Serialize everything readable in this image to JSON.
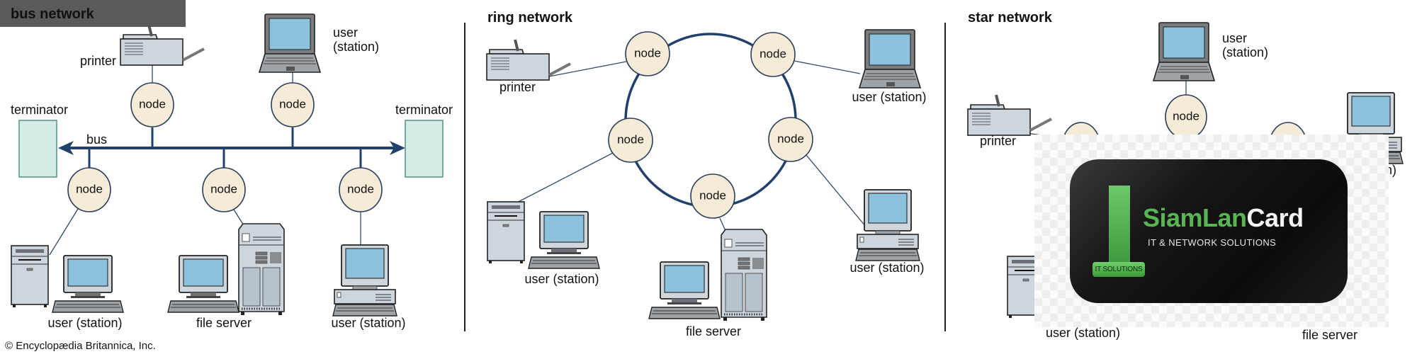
{
  "copyright": "© Encyclopædia Britannica, Inc.",
  "panels": {
    "bus": {
      "title": "bus network",
      "labels": {
        "printer": "printer",
        "user_top_1": "user",
        "user_top_2": "(station)",
        "terminator_left": "terminator",
        "terminator_right": "terminator",
        "bus": "bus",
        "user_left": "user (station)",
        "file_server": "file server",
        "user_right": "user (station)"
      },
      "node_label": "node"
    },
    "ring": {
      "title": "ring network",
      "labels": {
        "printer": "printer",
        "user_top_right": "user (station)",
        "user_left": "user (station)",
        "file_server": "file server",
        "user_right": "user (station)"
      },
      "node_label": "node"
    },
    "star": {
      "title": "star network",
      "labels": {
        "user_top_1": "user",
        "user_top_2": "(station)",
        "printer": "printer",
        "user_right_partial": "on)",
        "user_bottom_left": "user (station)",
        "file_server": "file server"
      },
      "node_label": "node"
    }
  },
  "overlay_ad": {
    "brand_green": "SiamLan",
    "brand_white": "Card",
    "tagline": "IT & NETWORK SOLUTIONS",
    "badge": "IT SOLUTIONS",
    "colors": {
      "green": "#59b553",
      "card": "#111111"
    }
  }
}
